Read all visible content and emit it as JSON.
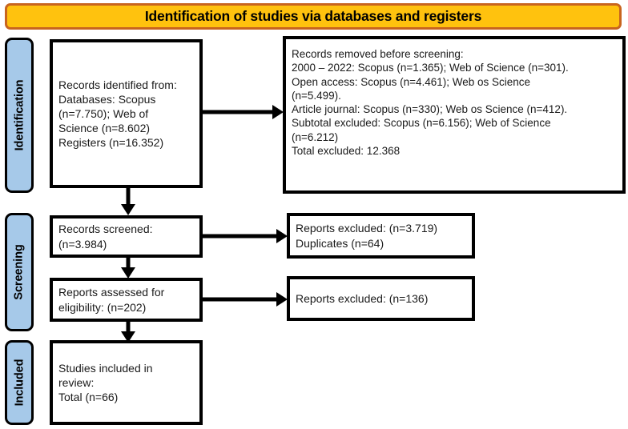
{
  "header": {
    "title": "Identification of studies via databases and registers",
    "fill_color": "#ffc20e",
    "border_color": "#c8641e"
  },
  "stages": [
    {
      "label": "Identification",
      "fill_color": "#a6c9e9"
    },
    {
      "label": "Screening",
      "fill_color": "#a6c9e9"
    },
    {
      "label": "Included",
      "fill_color": "#a6c9e9"
    }
  ],
  "boxes": {
    "records_identified": "Records identified from:\nDatabases: Scopus\n(n=7.750); Web of\nScience (n=8.602)\nRegisters (n=16.352)",
    "records_removed": "Records removed before screening:\n2000 – 2022: Scopus (n=1.365); Web of Science (n=301).\nOpen access: Scopus (n=4.461); Web os Science\n(n=5.499).\nArticle journal: Scopus (n=330); Web os Science (n=412).\nSubtotal excluded: Scopus (n=6.156); Web of Science\n(n=6.212)\nTotal excluded: 12.368",
    "records_screened": "Records screened:\n(n=3.984)",
    "reports_excluded_screening": "Reports excluded: (n=3.719)\nDuplicates (n=64)",
    "reports_assessed": "Reports assessed for\neligibility: (n=202)",
    "reports_excluded_eligibility": "Reports excluded: (n=136)",
    "studies_included": "Studies included in\nreview:\nTotal (n=66)"
  },
  "arrows": {
    "identified_to_removed": "arrow-right",
    "identified_to_screened": "arrow-down",
    "screened_to_excluded": "arrow-right",
    "screened_to_assessed": "arrow-down",
    "assessed_to_excluded": "arrow-right",
    "assessed_to_included": "arrow-down"
  }
}
